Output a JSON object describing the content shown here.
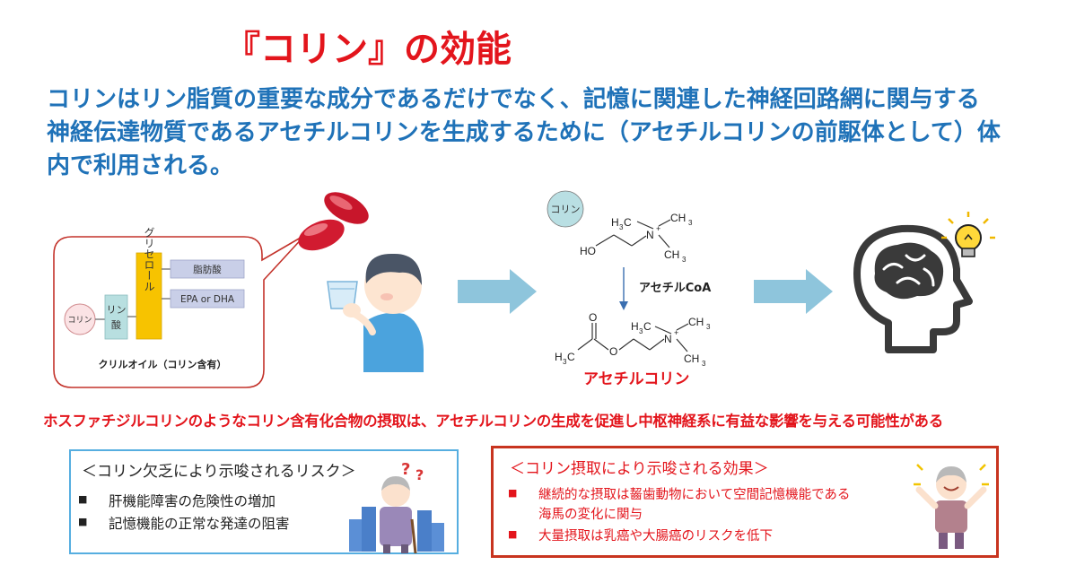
{
  "title": "『コリン』の効能",
  "intro": {
    "line1": "コリンはリン脂質の重要な成分であるだけでなく、記憶に関連した神経回路網に関与する",
    "line2": "神経伝達物質であるアセチルコリンを生成するために（アセチルコリンの前駆体として）体",
    "line3": "内で利用される。"
  },
  "krill_diagram": {
    "choline": "コリン",
    "phosphate": "リン酸",
    "glycerol": "グリセロール",
    "fatty_acid": "脂肪酸",
    "epa_dha": "EPA or DHA",
    "caption": "クリルオイル（コリン含有）"
  },
  "chemistry": {
    "choline_label": "コリン",
    "reagent": "アセチルCoA",
    "product_label": "アセチルコリン",
    "atoms": {
      "ch3": "CH",
      "sub3": "3",
      "n": "N",
      "plus": "+",
      "ho": "HO",
      "o": "O",
      "h3c": "H",
      "c": "C"
    }
  },
  "conclusion": "ホスファチジルコリンのようなコリン含有化合物の摂取は、アセチルコリンの生成を促進し中枢神経系に有益な影響を与える可能性がある",
  "risk_box": {
    "title": "＜コリン欠乏により示唆されるリスク＞",
    "items": [
      "肝機能障害の危険性の増加",
      "記憶機能の正常な発達の阻害"
    ]
  },
  "effect_box": {
    "title": "＜コリン摂取により示唆される効果＞",
    "items": [
      "継続的な摂取は齧歯動物において空間記憶機能である",
      "海馬の変化に関与",
      "大量摂取は乳癌や大腸癌のリスクを低下"
    ]
  },
  "icons": [
    "capsule-icon",
    "child-drinking-icon",
    "arrow-right-icon",
    "brain-head-icon",
    "lightbulb-icon",
    "confused-elder-icon",
    "happy-elder-icon"
  ],
  "colors": {
    "title_red": "#e3151c",
    "intro_blue": "#1f72b8",
    "arrow_blue": "#8ec5dc",
    "risk_border": "#56aee0",
    "effect_border": "#c8341f",
    "glycerol_yellow": "#f7c300",
    "phosphate_teal": "#b8dfe0",
    "fatty_lavender": "#c9cfe8"
  }
}
